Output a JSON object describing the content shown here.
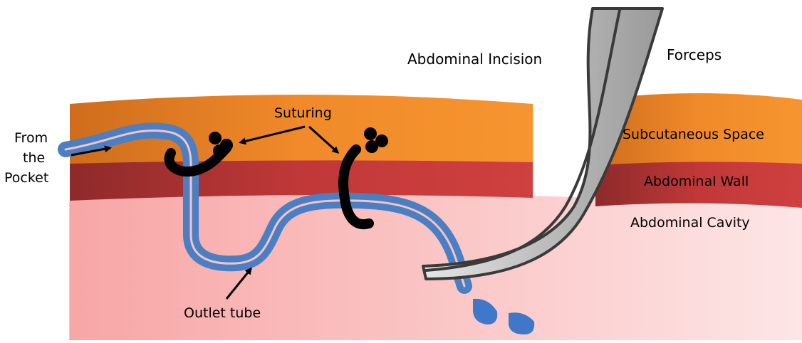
{
  "labels": {
    "abdominal_incision": "Abdominal Incision",
    "forceps": "Forceps",
    "suturing": "Suturing",
    "from_the_pocket": [
      "From",
      "the",
      "Pocket"
    ],
    "subcutaneous_space": "Subcutaneous Space",
    "abdominal_wall": "Abdominal Wall",
    "abdominal_cavity": "Abdominal Cavity",
    "outlet_tube": "Outlet tube"
  },
  "colors": {
    "subcutaneous_layer": "#f08a2a",
    "abdominal_wall_layer": "#c43a3a",
    "abdominal_cavity_layer": "#fbc4c4",
    "tube": "#4a7fc4",
    "suture": "#000000",
    "forceps_metal": "#b8b8b8",
    "drops": "#3f78c8"
  }
}
